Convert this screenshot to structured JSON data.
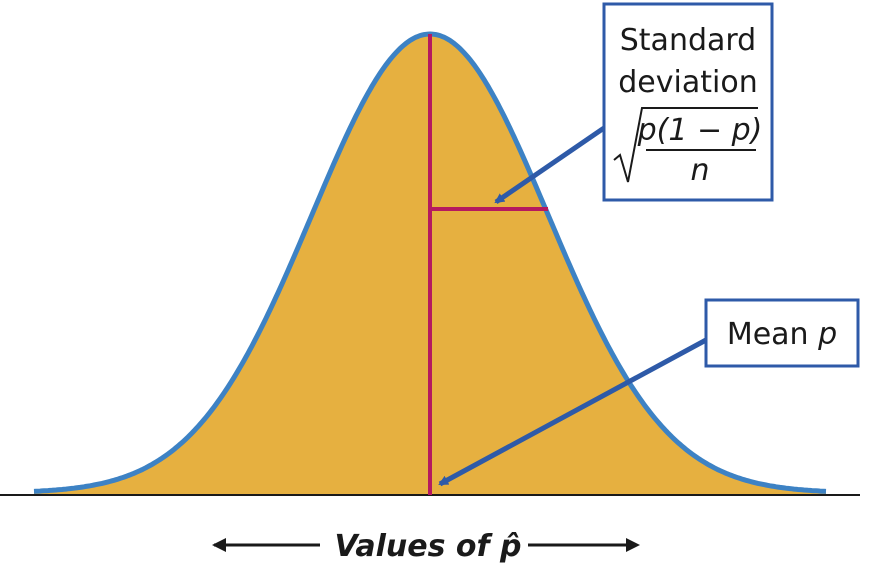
{
  "colors": {
    "fill": "#E6B040",
    "curve": "#3D82C4",
    "guide": "#B5195F",
    "box_border": "#2E5AA8",
    "arrow": "#2E5AA8",
    "axis": "#1a1a1a",
    "text": "#1a1a1a"
  },
  "std_box": {
    "line1": "Standard",
    "line2": "deviation",
    "numerator": "p(1 − p)",
    "denominator": "n"
  },
  "mean_box": {
    "label": "Mean ",
    "symbol": "p"
  },
  "axis": {
    "label": "Values of ",
    "symbol": "p̂"
  }
}
